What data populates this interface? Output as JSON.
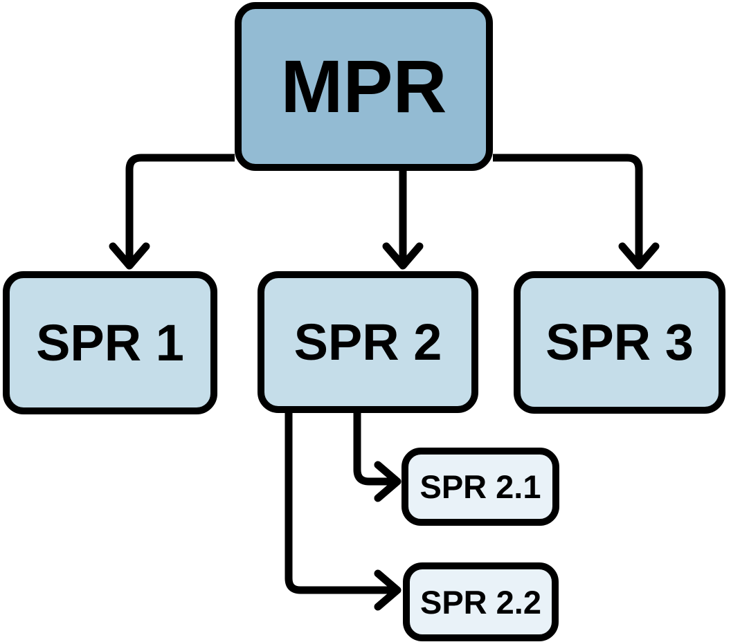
{
  "diagram": {
    "type": "hierarchy",
    "background_color": "#ffffff",
    "line_color": "#000000",
    "text_color": "#000000",
    "nodes": {
      "mpr": {
        "label": "MPR",
        "fill": "#93bbd3",
        "level": 0
      },
      "spr1": {
        "label": "SPR 1",
        "fill": "#c5dde9",
        "level": 1
      },
      "spr2": {
        "label": "SPR 2",
        "fill": "#c5dde9",
        "level": 1
      },
      "spr3": {
        "label": "SPR 3",
        "fill": "#c5dde9",
        "level": 1
      },
      "spr2_1": {
        "label": "SPR 2.1",
        "fill": "#e9f2f8",
        "level": 2
      },
      "spr2_2": {
        "label": "SPR 2.2",
        "fill": "#e9f2f8",
        "level": 2
      }
    },
    "edges": [
      {
        "from": "MPR",
        "to": "SPR 1"
      },
      {
        "from": "MPR",
        "to": "SPR 2"
      },
      {
        "from": "MPR",
        "to": "SPR 3"
      },
      {
        "from": "SPR 2",
        "to": "SPR 2.1"
      },
      {
        "from": "SPR 2",
        "to": "SPR 2.2"
      }
    ]
  }
}
